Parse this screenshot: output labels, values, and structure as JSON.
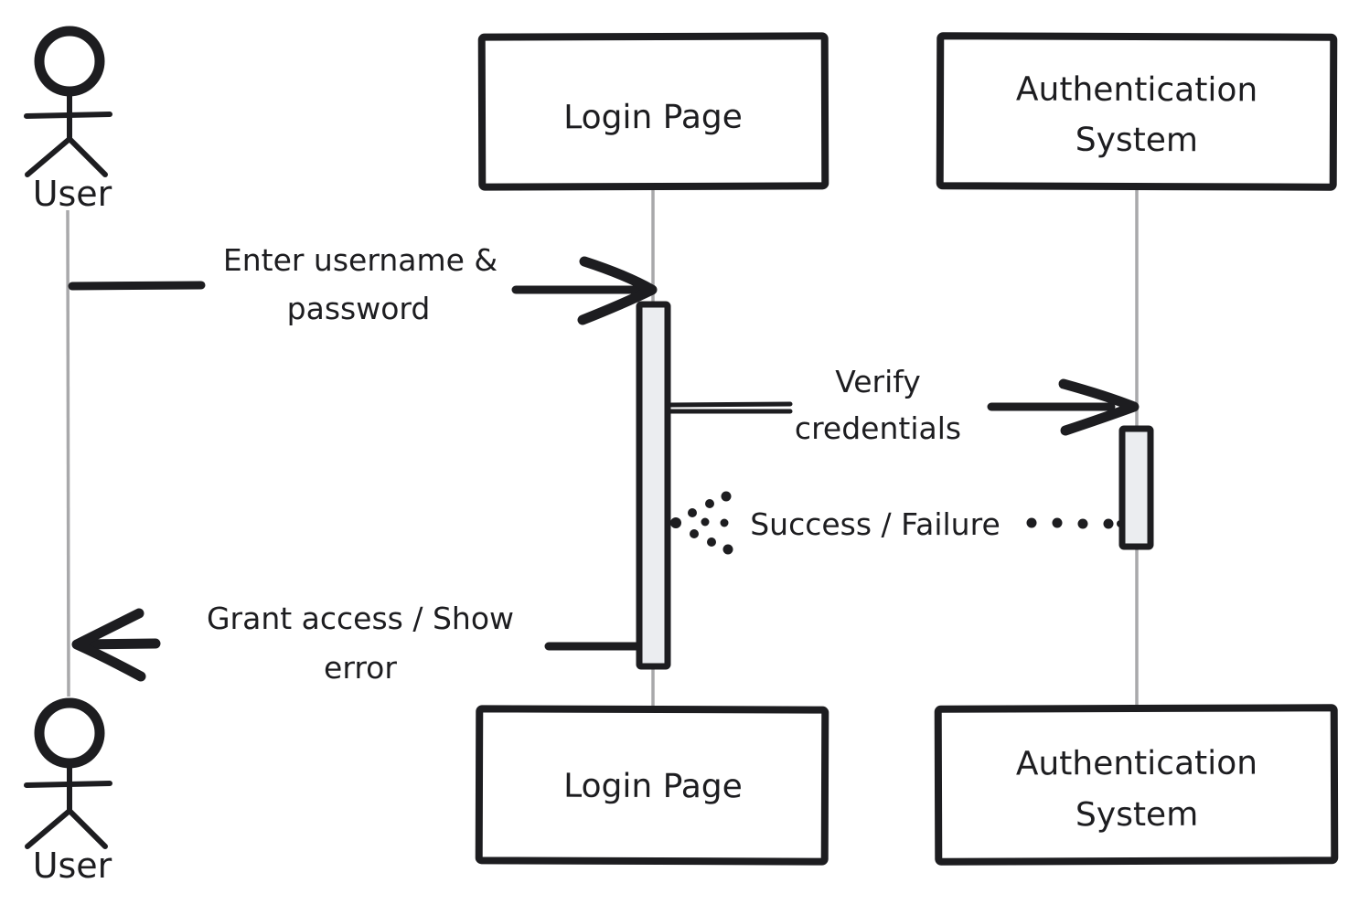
{
  "diagram": {
    "type": "uml-sequence",
    "actor": {
      "label": "User"
    },
    "participants": {
      "login_page": {
        "label": "Login Page"
      },
      "auth_system": {
        "label": "Authentication System",
        "label_line1": "Authentication",
        "label_line2": "System"
      }
    },
    "messages": [
      {
        "from": "User",
        "to": "Login Page",
        "label": "Enter username & password",
        "label_line1": "Enter username &",
        "label_line2": "password",
        "line_style": "solid",
        "direction": "right"
      },
      {
        "from": "Login Page",
        "to": "Authentication System",
        "label": "Verify credentials",
        "label_line1": "Verify",
        "label_line2": "credentials",
        "line_style": "solid",
        "direction": "right"
      },
      {
        "from": "Authentication System",
        "to": "Login Page",
        "label": "Success / Failure",
        "line_style": "dotted",
        "direction": "left"
      },
      {
        "from": "Login Page",
        "to": "User",
        "label": "Grant access / Show error",
        "label_line1": "Grant access / Show",
        "label_line2": "error",
        "line_style": "solid",
        "direction": "left"
      }
    ],
    "colors": {
      "ink": "#1d1d20",
      "lifeline": "#a9a9ab",
      "activation_fill": "#ebedf0",
      "background": "#ffffff"
    }
  }
}
